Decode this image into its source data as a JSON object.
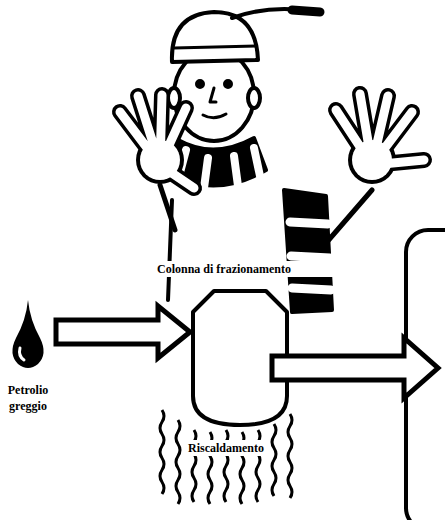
{
  "diagram": {
    "nodes": [
      {
        "text": [
          "Petrolio greggio"
        ]
      },
      {
        "text": [
          "Colonna di frazionamento"
        ]
      }
    ],
    "edges": [
      {
        "from": 0,
        "to": 1,
        "arrow": "to"
      }
    ],
    "labels": [
      "Riscaldamento"
    ]
  }
}
